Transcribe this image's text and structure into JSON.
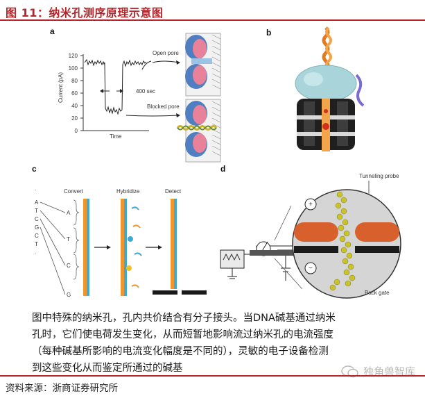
{
  "figure": {
    "title": "图 11：纳米孔测序原理示意图"
  },
  "panel_a": {
    "label": "a",
    "y_axis_label": "Current (pA)",
    "x_axis_label": "Time",
    "ticks": [
      "0",
      "20",
      "40",
      "60",
      "80",
      "100",
      "120"
    ],
    "scale_note": "400 sec",
    "open_pore": "Open pore",
    "blocked_pore": "Blocked pore"
  },
  "panel_b": {
    "label": "b"
  },
  "panel_c": {
    "label": "c",
    "sequence": [
      "A",
      "T",
      "C",
      "G",
      "C",
      "T",
      "."
    ],
    "stage_convert": "Convert",
    "stage_hybridize": "Hybridize",
    "stage_detect": "Detect",
    "bases": [
      "A",
      "T",
      "C",
      "G"
    ]
  },
  "panel_d": {
    "label": "d",
    "probe": "Tunneling probe",
    "gate": "Back gate",
    "plus": "+",
    "minus": "−"
  },
  "caption": {
    "lines": [
      "图中特殊的纳米孔，孔内共价结合有分子接头。当DNA碱基通过纳米",
      "孔时，它们使电荷发生变化，从而短暂地影响流过纳米孔的电流强度",
      "（每种碱基所影响的电流变化幅度是不同的），灵敏的电子设备检测",
      "到这些变化从而鉴定所通过的碱基"
    ]
  },
  "source": "资料来源：浙商证券研究所",
  "watermark": "独角兽智库",
  "colors": {
    "accent": "#b3262b",
    "dna_blue": "#3fa9d6",
    "dna_orange": "#f0962a",
    "protein_pink": "#e8829a",
    "protein_blue": "#4f7fc0",
    "electrode": "#d7602c"
  }
}
